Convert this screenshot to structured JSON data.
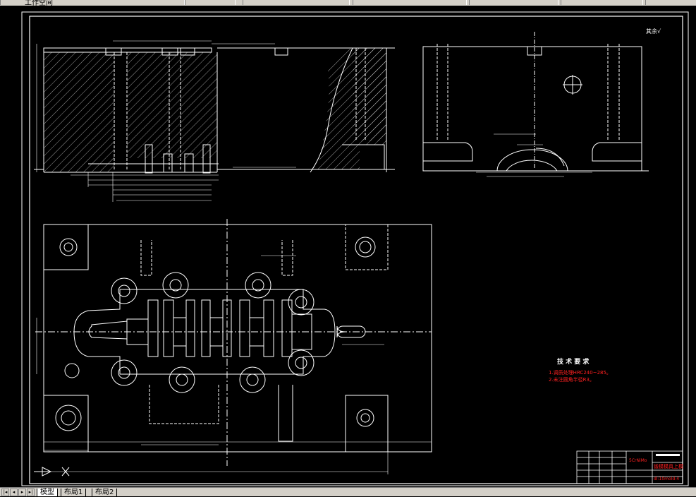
{
  "app": {
    "toolbar_text": "工作空间",
    "tabs": [
      {
        "label": "模型",
        "active": true
      },
      {
        "label": "布局1",
        "active": false
      },
      {
        "label": "布局2",
        "active": false
      }
    ]
  },
  "drawing": {
    "roughness_mark": "其余√",
    "tech_title": "技 术 要 求",
    "tech_req_1": "1.调质处理HRC240~285。",
    "tech_req_2": "2.未注圆角半径R3。",
    "material": "5CrNiMo",
    "part_name": "锻模模具上模",
    "drawing_no": "dl:10mold-4"
  },
  "colors": {
    "line": "#ffffff",
    "dim": "#ffffff",
    "red": "#ff2020",
    "bg": "#000000",
    "ui": "#d4d0c8"
  }
}
